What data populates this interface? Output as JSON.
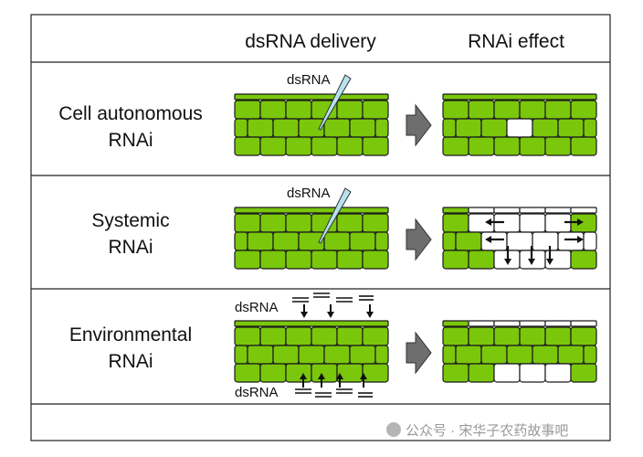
{
  "header": {
    "delivery": "dsRNA delivery",
    "effect": "RNAi effect"
  },
  "rows": [
    {
      "label_line1": "Cell autonomous",
      "label_line2": "RNAi",
      "dsrna_label": "dsRNA"
    },
    {
      "label_line1": "Systemic",
      "label_line2": "RNAi",
      "dsrna_label": "dsRNA"
    },
    {
      "label_line1": "Environmental",
      "label_line2": "RNAi",
      "dsrna_label_top": "dsRNA",
      "dsrna_label_bottom": "dsRNA"
    }
  ],
  "watermark": "公众号 · 宋华子农药故事吧",
  "colors": {
    "cell_green": "#7ac70c",
    "cell_white": "#ffffff",
    "arrow_gray": "#6e6e6e",
    "needle": "#b7e2ef"
  }
}
